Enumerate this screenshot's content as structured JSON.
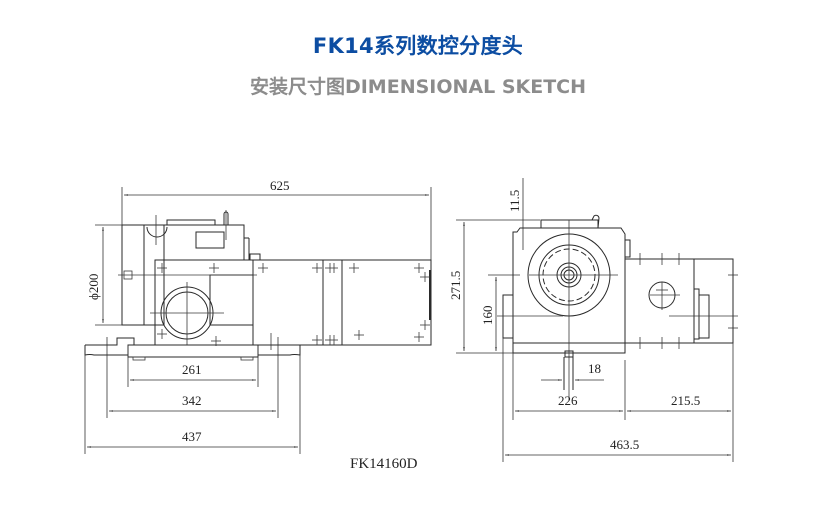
{
  "header": {
    "title": "FK14系列数控分度头",
    "subtitle": "安装尺寸图DIMENSIONAL SKETCH"
  },
  "colors": {
    "title": "#0c4da2",
    "subtitle": "#8c8c8c",
    "line": "#2a2a2a"
  },
  "drawing": {
    "model_label": "FK14160D",
    "front_view": {
      "dimensions": {
        "overall_length": "625",
        "diameter": "ϕ200",
        "base_inner": "261",
        "base_mid": "342",
        "base_outer": "437"
      }
    },
    "side_view": {
      "dimensions": {
        "top_offset": "11.5",
        "overall_height": "271.5",
        "center_height": "160",
        "slot_width": "18",
        "left_width": "226",
        "right_width": "215.5",
        "overall_width": "463.5"
      }
    }
  }
}
